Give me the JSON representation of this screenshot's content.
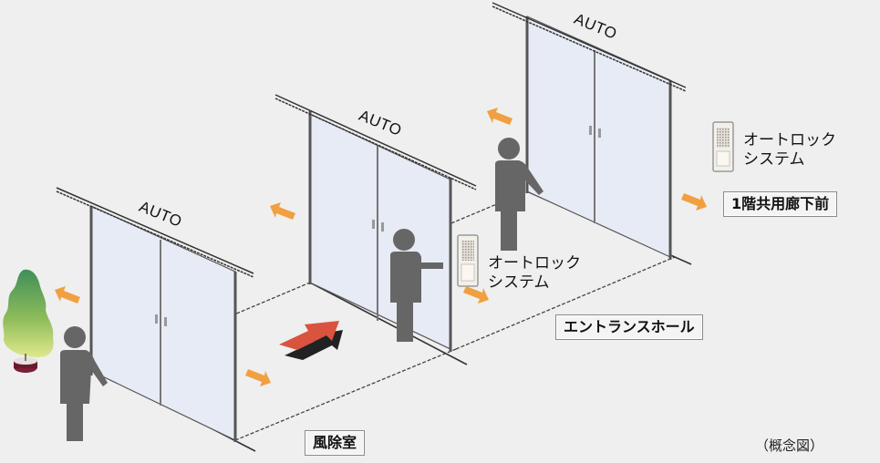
{
  "diagram": {
    "type": "entrance-autolock-concept",
    "doors": [
      {
        "id": "door-1",
        "label": "AUTO"
      },
      {
        "id": "door-2",
        "label": "AUTO"
      },
      {
        "id": "door-3",
        "label": "AUTO"
      }
    ],
    "areas": {
      "windbreak_room": "風除室",
      "entrance_hall": "エントランスホール",
      "corridor": "1階共用廊下前"
    },
    "autolock_1": {
      "line1": "オートロック",
      "line2": "システム"
    },
    "autolock_2": {
      "line1": "オートロック",
      "line2": "システム"
    },
    "note": "（概念図）",
    "colors": {
      "background": "#efefef",
      "glass": "#e6ebf5",
      "frame": "#555555",
      "person": "#666666",
      "arrow_orange": "#f0a040",
      "arrow_red": "#d9533f",
      "tree_top": "#3f8f5a",
      "tree_bottom": "#d9e78a",
      "pot": "#7a1f35"
    }
  }
}
